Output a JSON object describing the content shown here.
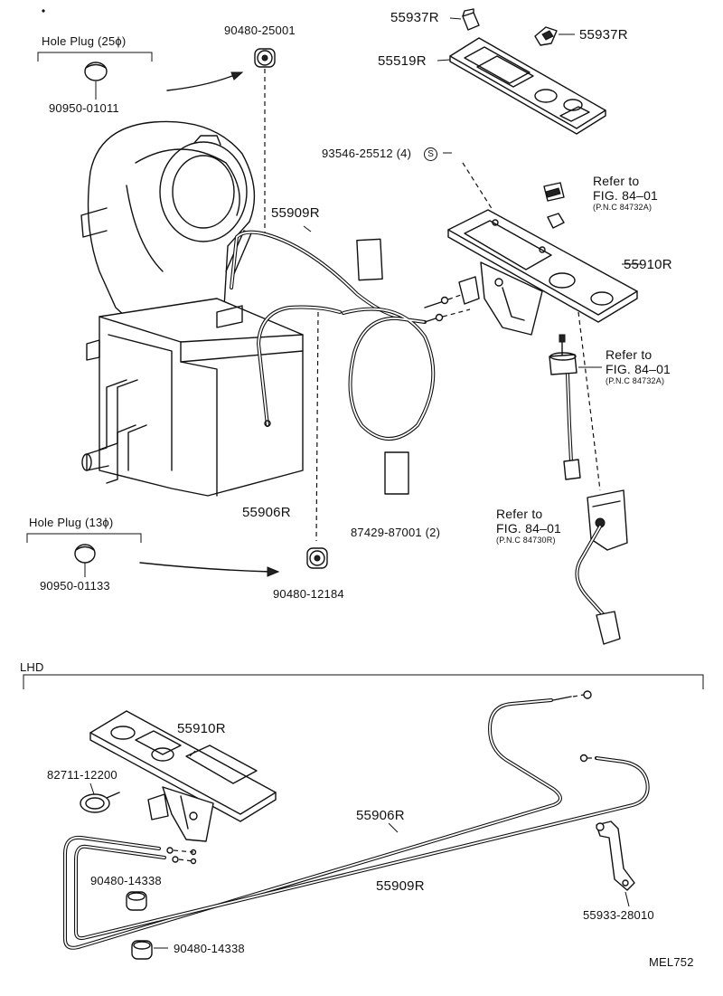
{
  "labels": {
    "hole_plug_25": "Hole Plug (25ϕ)",
    "plug_90950_01011": "90950-01011",
    "grommet_90480_25001": "90480-25001",
    "knob_55937R_left": "55937R",
    "knob_55937R_right": "55937R",
    "panel_55519R": "55519R",
    "screw_93546_25512": "93546-25512 (4)",
    "screw_symbol": "S",
    "refer_1_title": "Refer to",
    "refer_1_fig": "FIG. 84–01",
    "refer_1_pnc": "(P.N.C 84732A)",
    "cable_55909R_top": "55909R",
    "control_55910R_top": "55910R",
    "refer_2_title": "Refer to",
    "refer_2_fig": "FIG. 84–01",
    "refer_2_pnc": "(P.N.C  84732A)",
    "cable_55906R_top": "55906R",
    "pad_87429_87001": "87429-87001 (2)",
    "hole_plug_13": "Hole Plug (13ϕ)",
    "plug_90950_01133": "90950-01133",
    "grommet_90480_12184": "90480-12184",
    "refer_3_title": "Refer to",
    "refer_3_fig": "FIG. 84–01",
    "refer_3_pnc": "(P.N.C 84730R)",
    "section_lhd": "LHD",
    "control_55910R_lhd": "55910R",
    "clamp_82711_12200": "82711-12200",
    "cable_55906R_lhd": "55906R",
    "cable_55909R_lhd": "55909R",
    "grommet_90480_14338_a": "90480-14338",
    "grommet_90480_14338_b": "90480-14338",
    "bracket_55933_28010": "55933-28010",
    "figure_code": "MEL752"
  }
}
